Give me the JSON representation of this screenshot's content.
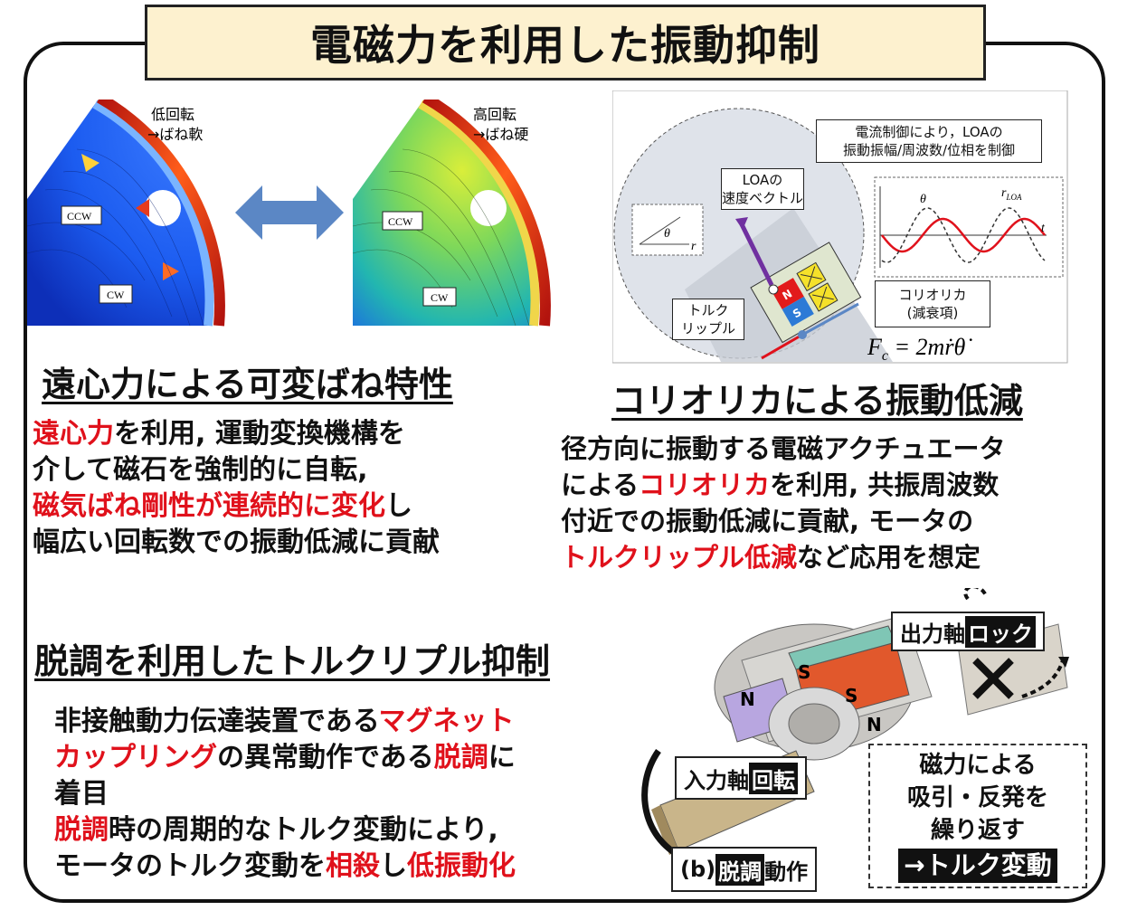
{
  "title": "電磁力を利用した振動抑制",
  "section1": {
    "heading": "遠心力による可変ばね特性",
    "label_low": [
      "低回転",
      "→ばね軟"
    ],
    "label_high": [
      "高回転",
      "→ばね硬"
    ],
    "ccw": "CCW",
    "cw": "CW",
    "lines": [
      [
        {
          "t": "遠心力",
          "red": true
        },
        {
          "t": "を利用, 運動変換機構を",
          "red": false
        }
      ],
      [
        {
          "t": "介して磁石を強制的に自転,",
          "red": false
        }
      ],
      [
        {
          "t": "磁気ばね剛性が連続的に変化",
          "red": true
        },
        {
          "t": "し",
          "red": false
        }
      ],
      [
        {
          "t": "幅広い回転数での振動低減に貢献",
          "red": false
        }
      ]
    ]
  },
  "section2": {
    "heading": "コリオリカによる振動低減",
    "diagram": {
      "control_note": [
        "電流制御により，LOAの",
        "振動振幅/周波数/位相を制御"
      ],
      "velocity_label": [
        "LOAの",
        "速度ベクトル"
      ],
      "theta": "θ",
      "r": "r",
      "t": "t",
      "r_loa": "r",
      "r_loa_sub": "LOA",
      "torque_label": [
        "トルク",
        "リップル"
      ],
      "coriolis_label": [
        "コリオリカ",
        "(減衰項)"
      ],
      "formula_lhs": "F",
      "formula_sub": "c",
      "formula_rhs": " = 2mṙθ̇",
      "magnet_n": "N",
      "magnet_s": "S"
    },
    "lines": [
      [
        {
          "t": "径方向に振動する電磁アクチュエータ",
          "red": false
        }
      ],
      [
        {
          "t": "による",
          "red": false
        },
        {
          "t": "コリオリカ",
          "red": true
        },
        {
          "t": "を利用, 共振周波数",
          "red": false
        }
      ],
      [
        {
          "t": "付近での振動低減に貢献, モータの",
          "red": false
        }
      ],
      [
        {
          "t": "トルクリップル低減",
          "red": true
        },
        {
          "t": "など応用を想定",
          "red": false
        }
      ]
    ]
  },
  "section3": {
    "heading": "脱調を利用したトルクリプル抑制",
    "lines": [
      [
        {
          "t": "非接触動力伝達装置である",
          "red": false
        },
        {
          "t": "マグネット",
          "red": true
        }
      ],
      [
        {
          "t": "カップリング",
          "red": true
        },
        {
          "t": "の異常動作である",
          "red": false
        },
        {
          "t": "脱調",
          "red": true
        },
        {
          "t": "に",
          "red": false
        }
      ],
      [
        {
          "t": "着目",
          "red": false
        }
      ],
      [
        {
          "t": "脱調",
          "red": true
        },
        {
          "t": "時の周期的なトルク変動により,",
          "red": false
        }
      ],
      [
        {
          "t": "モータのトルク変動を",
          "red": false
        },
        {
          "t": "相殺",
          "red": true
        },
        {
          "t": "し",
          "red": false
        },
        {
          "t": "低振動化",
          "red": true
        }
      ]
    ],
    "diagram": {
      "output_shaft": "出力軸",
      "lock": "ロック",
      "input_shaft": "入力軸",
      "rotation": "回転",
      "caption_prefix": "(b) ",
      "caption_inv": "脱調",
      "caption_suffix": "動作",
      "magnet_note": [
        "磁力による",
        "吸引・反発を",
        "繰り返す"
      ],
      "torque_change": "→トルク変動",
      "pole_s1": "S",
      "pole_s2": "S",
      "pole_n1": "N",
      "pole_n2": "N"
    }
  },
  "colors": {
    "red": "#e0111b",
    "title_bg": "#fdf1cf",
    "arrow_blue": "#5b87c5"
  }
}
